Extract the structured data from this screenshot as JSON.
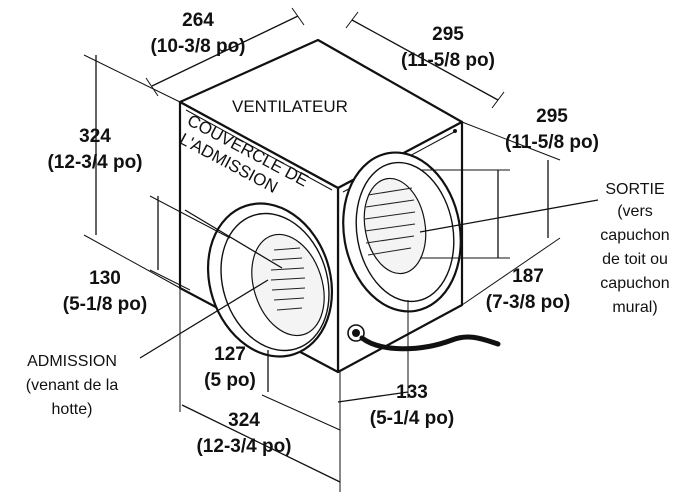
{
  "labels": {
    "ventilateur": "VENTILATEUR",
    "couvercle_line1": "COUVERCLE DE",
    "couvercle_line2": "L'ADMISSION",
    "sortie": [
      "SORTIE",
      "(vers",
      "capuchon",
      "de toit ou",
      "capuchon",
      "mural)"
    ],
    "admission": [
      "ADMISSION",
      "(venant de la",
      "hotte)"
    ]
  },
  "dimensions": {
    "top_depth": {
      "mm": "264",
      "in": "(10-3/8 po)"
    },
    "top_width": {
      "mm": "295",
      "in": "(11-5/8 po)"
    },
    "left_height": {
      "mm": "324",
      "in": "(12-3/4 po)"
    },
    "right_height": {
      "mm": "295",
      "in": "(11-5/8 po)"
    },
    "intake_height": {
      "mm": "130",
      "in": "(5-1/8 po)"
    },
    "outlet_height": {
      "mm": "187",
      "in": "(7-3/8 po)"
    },
    "intake_width": {
      "mm": "127",
      "in": "(5 po)"
    },
    "bottom_width": {
      "mm": "324",
      "in": "(12-3/4 po)"
    },
    "outlet_offset": {
      "mm": "133",
      "in": "(5-1/4 po)"
    }
  }
}
